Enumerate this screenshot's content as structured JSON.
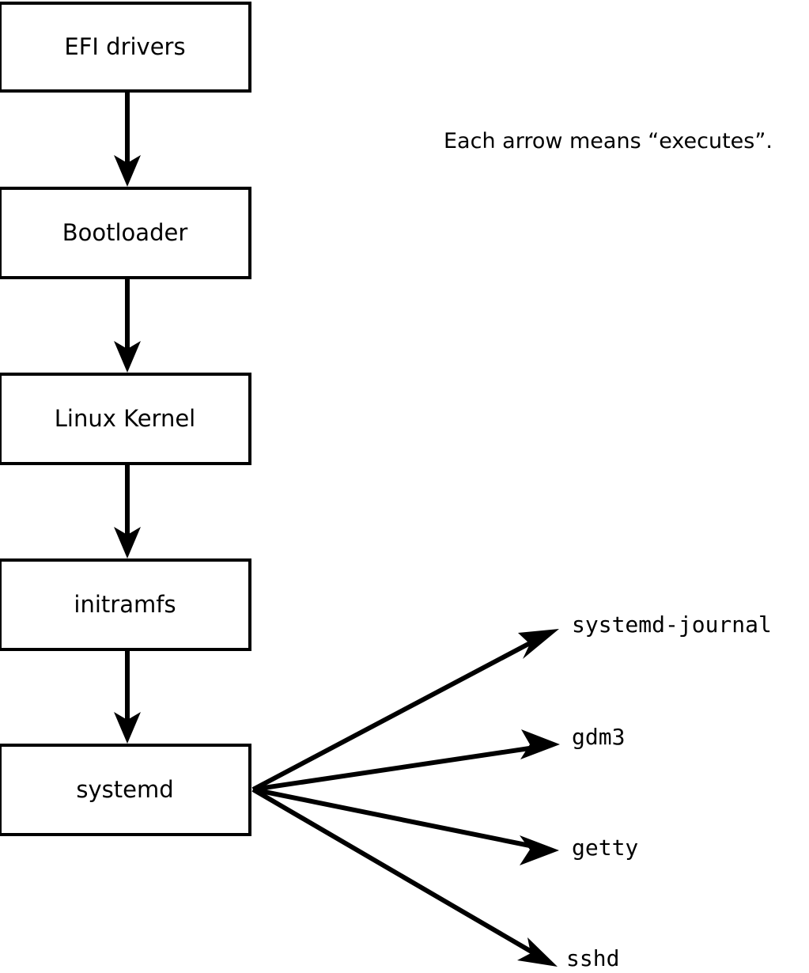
{
  "diagram": {
    "title_annotation": "Each arrow means “executes”.",
    "chain_nodes": [
      {
        "id": "efi-drivers",
        "label": "EFI drivers"
      },
      {
        "id": "bootloader",
        "label": "Bootloader"
      },
      {
        "id": "linux-kernel",
        "label": "Linux Kernel"
      },
      {
        "id": "initramfs",
        "label": "initramfs"
      },
      {
        "id": "systemd",
        "label": "systemd"
      }
    ],
    "leaf_nodes": [
      {
        "id": "systemd-journal",
        "label": "systemd-journal"
      },
      {
        "id": "gdm3",
        "label": "gdm3"
      },
      {
        "id": "getty",
        "label": "getty"
      },
      {
        "id": "sshd",
        "label": "sshd"
      }
    ],
    "colors": {
      "background": "#ffffff",
      "stroke": "#000000",
      "box_fill": "#ffffff",
      "text": "#000000"
    }
  }
}
